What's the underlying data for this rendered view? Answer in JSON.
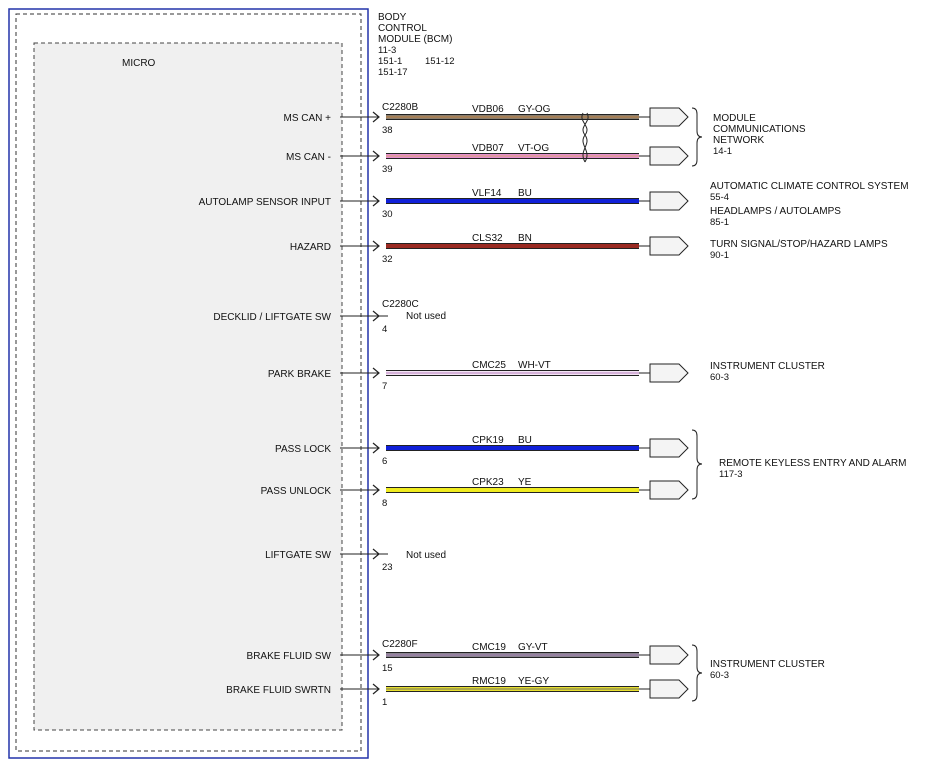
{
  "module": {
    "title_lines": [
      "BODY",
      "CONTROL",
      "MODULE (BCM)",
      "11-3",
      "151-1",
      "151-17"
    ],
    "extra_ref": "151-12",
    "inner_label": "MICRO"
  },
  "connectors": {
    "c1": "C2280B",
    "c2": "C2280C",
    "c3": "C2280F"
  },
  "not_used_text": "Not used",
  "pins": [
    {
      "label": "MS CAN +",
      "pin": "38",
      "circuit": "VDB06",
      "color_code": "GY-OG",
      "wire_color": "#8a7e6e",
      "stripe": "#c08040"
    },
    {
      "label": "MS CAN -",
      "pin": "39",
      "circuit": "VDB07",
      "color_code": "VT-OG",
      "wire_color": "#e58fd0",
      "stripe": "#d8a070"
    },
    {
      "label": "AUTOLAMP SENSOR INPUT",
      "pin": "30",
      "circuit": "VLF14",
      "color_code": "BU",
      "wire_color": "#1020d8",
      "stripe": ""
    },
    {
      "label": "HAZARD",
      "pin": "32",
      "circuit": "CLS32",
      "color_code": "BN",
      "wire_color": "#9a2a22",
      "stripe": ""
    },
    {
      "label": "DECKLID / LIFTGATE SW",
      "pin": "4",
      "circuit": "",
      "color_code": "",
      "wire_color": "",
      "stripe": ""
    },
    {
      "label": "PARK BRAKE",
      "pin": "7",
      "circuit": "CMC25",
      "color_code": "WH-VT",
      "wire_color": "#f4e4f4",
      "stripe": "#b880c0"
    },
    {
      "label": "PASS LOCK",
      "pin": "6",
      "circuit": "CPK19",
      "color_code": "BU",
      "wire_color": "#1020d8",
      "stripe": ""
    },
    {
      "label": "PASS UNLOCK",
      "pin": "8",
      "circuit": "CPK23",
      "color_code": "YE",
      "wire_color": "#f0ec20",
      "stripe": ""
    },
    {
      "label": "LIFTGATE SW",
      "pin": "23",
      "circuit": "",
      "color_code": "",
      "wire_color": "",
      "stripe": ""
    },
    {
      "label": "BRAKE FLUID SW",
      "pin": "15",
      "circuit": "CMC19",
      "color_code": "GY-VT",
      "wire_color": "#8a8490",
      "stripe": "#a07cb0"
    },
    {
      "label": "BRAKE FLUID SWRTN",
      "pin": "1",
      "circuit": "RMC19",
      "color_code": "YE-GY",
      "wire_color": "#e8e030",
      "stripe": "#707060"
    }
  ],
  "destinations": [
    {
      "lines": [
        "MODULE",
        "COMMUNICATIONS",
        "NETWORK",
        "14-1"
      ]
    },
    {
      "lines": [
        "AUTOMATIC CLIMATE CONTROL SYSTEM",
        "55-4"
      ]
    },
    {
      "lines": [
        "HEADLAMPS / AUTOLAMPS",
        "85-1"
      ]
    },
    {
      "lines": [
        "TURN SIGNAL/STOP/HAZARD LAMPS",
        "90-1"
      ]
    },
    {
      "lines": [
        "INSTRUMENT CLUSTER",
        "60-3"
      ]
    },
    {
      "lines": [
        "REMOTE KEYLESS ENTRY AND ALARM",
        "117-3"
      ]
    },
    {
      "lines": [
        "INSTRUMENT CLUSTER",
        "60-3"
      ]
    }
  ]
}
